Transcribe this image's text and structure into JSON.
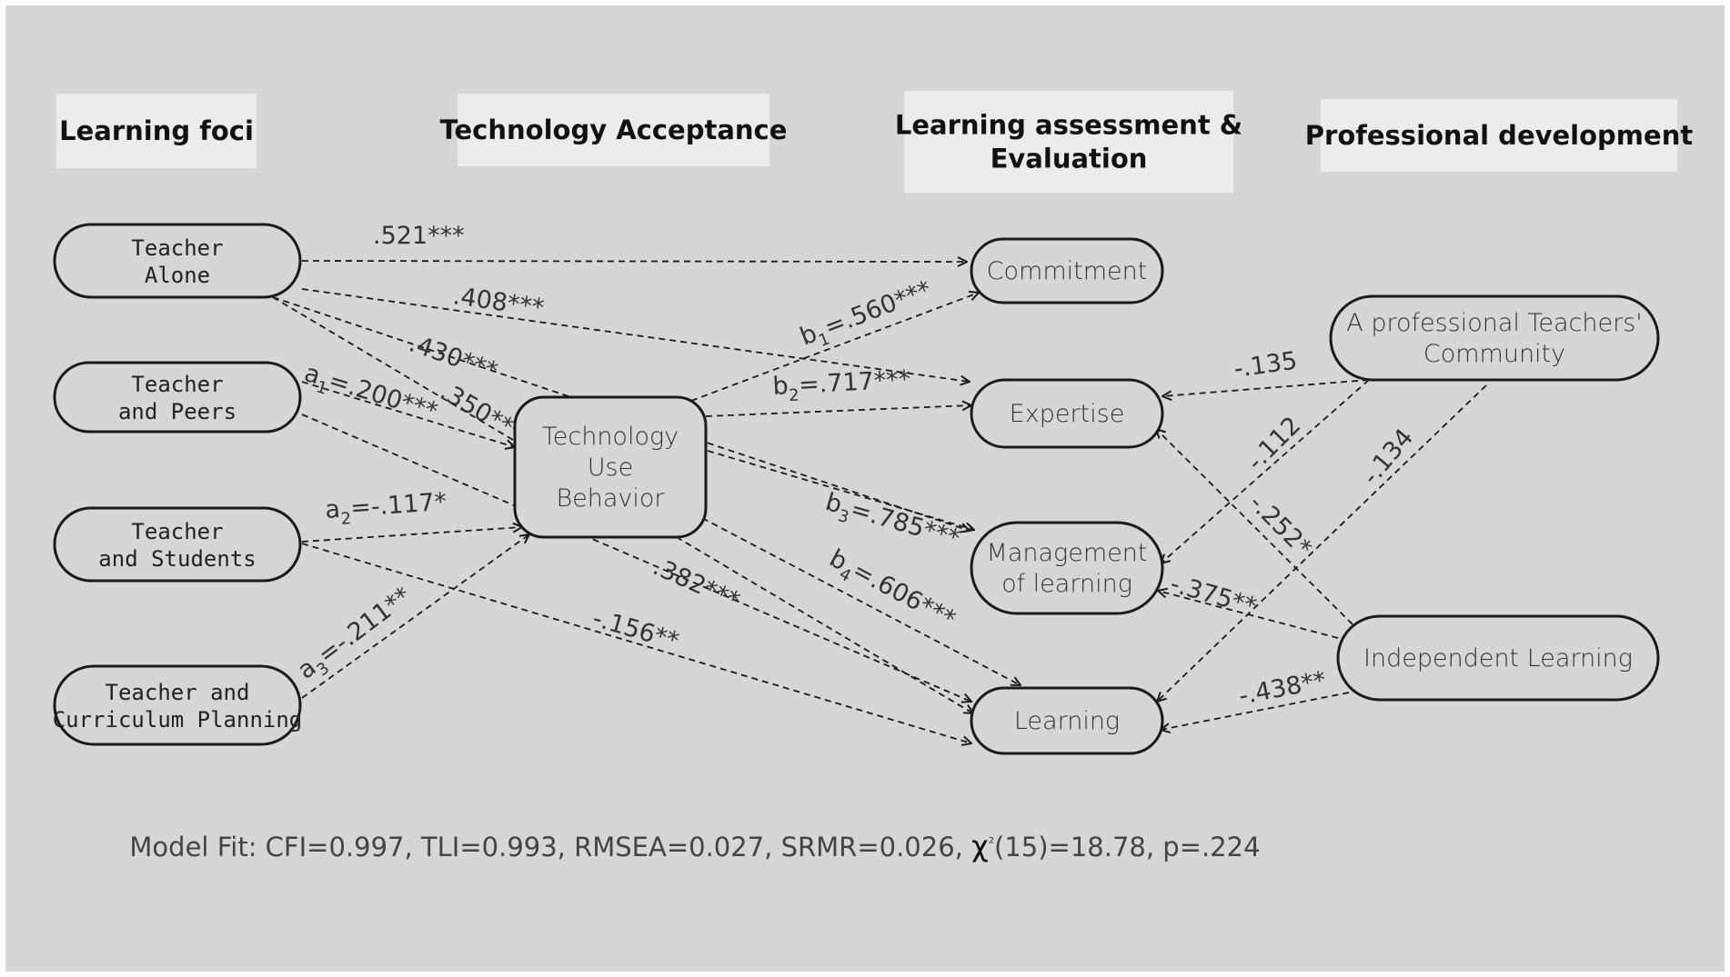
{
  "headers": {
    "learning_foci": [
      "Learning foci"
    ],
    "technology_acceptance": [
      "Technology Acceptance"
    ],
    "assessment": [
      "Learning assessment &",
      "Evaluation"
    ],
    "professional": [
      "Professional development"
    ]
  },
  "nodes": {
    "teacher_alone": [
      "Teacher",
      "Alone"
    ],
    "teacher_peers": [
      "Teacher",
      "and Peers"
    ],
    "teacher_students": [
      "Teacher",
      "and Students"
    ],
    "teacher_curriculum": [
      "Teacher and",
      "Curriculum Planning"
    ],
    "technology_use": [
      "Technology",
      "Use",
      "Behavior"
    ],
    "commitment": [
      "Commitment"
    ],
    "expertise": [
      "Expertise"
    ],
    "management": [
      "Management",
      "of learning"
    ],
    "learning": [
      "Learning"
    ],
    "community": [
      "A professional Teachers'",
      "Community"
    ],
    "independent": [
      "Independent Learning"
    ]
  },
  "edges": [
    {
      "from": "teacher_alone",
      "to": "commitment",
      "prefix": "",
      "sub": "",
      "value": ".521***"
    },
    {
      "from": "teacher_alone",
      "to": "expertise",
      "prefix": "",
      "sub": "",
      "value": ".408***"
    },
    {
      "from": "teacher_alone",
      "to": "management",
      "prefix": "",
      "sub": "",
      "value": ".430***"
    },
    {
      "from": "teacher_alone",
      "to": "learning",
      "prefix": "",
      "sub": "",
      "value": ".350***"
    },
    {
      "from": "teacher_peers",
      "to": "technology_use",
      "prefix": "a",
      "sub": "1",
      "value": "=.200***"
    },
    {
      "from": "teacher_students",
      "to": "technology_use",
      "prefix": "a",
      "sub": "2",
      "value": "=-.117*"
    },
    {
      "from": "teacher_curriculum",
      "to": "technology_use",
      "prefix": "a",
      "sub": "3",
      "value": "=-.211**"
    },
    {
      "from": "technology_use",
      "to": "commitment",
      "prefix": "b",
      "sub": "1",
      "value": "=.560***"
    },
    {
      "from": "technology_use",
      "to": "expertise",
      "prefix": "b",
      "sub": "2",
      "value": "=.717***"
    },
    {
      "from": "technology_use",
      "to": "management",
      "prefix": "b",
      "sub": "3",
      "value": "=.785***"
    },
    {
      "from": "technology_use",
      "to": "learning",
      "prefix": "b",
      "sub": "4",
      "value": "=.606***"
    },
    {
      "from": "teacher_peers",
      "to": "learning",
      "prefix": "",
      "sub": "",
      "value": ".382***"
    },
    {
      "from": "teacher_students",
      "to": "learning",
      "prefix": "",
      "sub": "",
      "value": "-.156**"
    },
    {
      "from": "community",
      "to": "expertise",
      "prefix": "",
      "sub": "",
      "value": "-.135"
    },
    {
      "from": "community",
      "to": "management",
      "prefix": "",
      "sub": "",
      "value": "-.112"
    },
    {
      "from": "community",
      "to": "learning",
      "prefix": "",
      "sub": "",
      "value": "-.134"
    },
    {
      "from": "independent",
      "to": "expertise",
      "prefix": "",
      "sub": "",
      "value": "-.252*"
    },
    {
      "from": "independent",
      "to": "management",
      "prefix": "",
      "sub": "",
      "value": "-.375**"
    },
    {
      "from": "independent",
      "to": "learning",
      "prefix": "",
      "sub": "",
      "value": "-.438**"
    }
  ],
  "model_fit": {
    "text_before": "Model Fit: CFI=0.997, TLI=0.993, RMSEA=0.027, SRMR=0.026, ",
    "chi_symbol": "χ",
    "chi_sup": "²",
    "text_after": "(15)=18.78, p=.224"
  }
}
